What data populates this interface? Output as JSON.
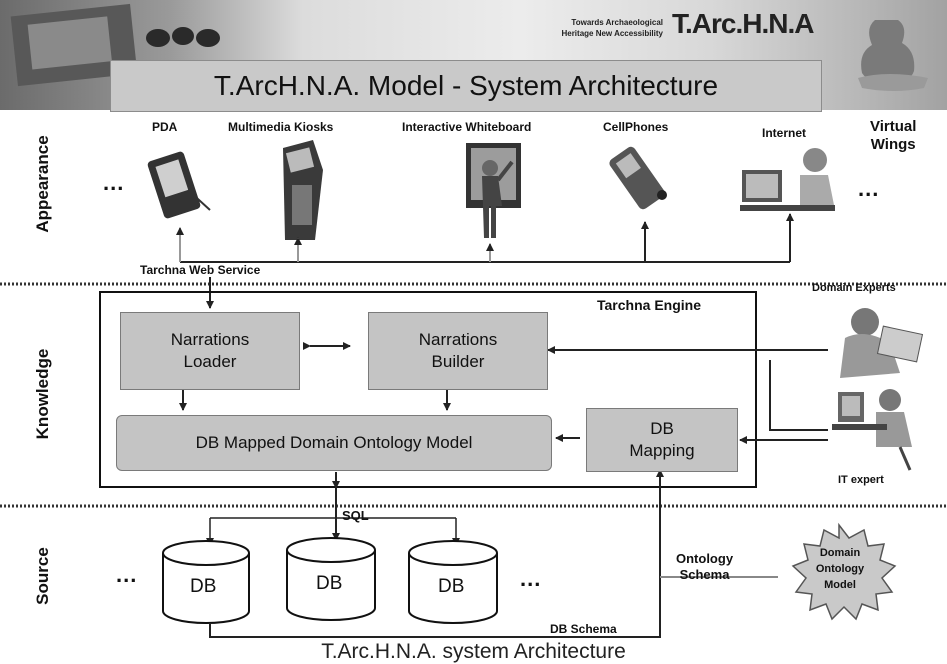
{
  "banner": {
    "title": "T.ArcH.N.A. Model - System Architecture",
    "tagline_line1": "Towards Archaeological",
    "tagline_line2": "Heritage New Accessibility",
    "logo": "T.Arc.H.N.A"
  },
  "layers": {
    "appearance": "Appearance",
    "knowledge": "Knowledge",
    "source": "Source"
  },
  "devices": {
    "pda": "PDA",
    "kiosks": "Multimedia Kiosks",
    "whiteboard": "Interactive Whiteboard",
    "cellphones": "CellPhones",
    "internet": "Internet",
    "virtual_wings_1": "Virtual",
    "virtual_wings_2": "Wings",
    "ellipsis": "..."
  },
  "web_service": "Tarchna Web Service",
  "engine": {
    "title": "Tarchna Engine",
    "narrations_loader_1": "Narrations",
    "narrations_loader_2": "Loader",
    "narrations_builder_1": "Narrations",
    "narrations_builder_2": "Builder",
    "db_mapped_model": "DB Mapped Domain Ontology Model",
    "db_mapping_1": "DB",
    "db_mapping_2": "Mapping"
  },
  "actors": {
    "domain_experts": "Domain Experts",
    "it_expert": "IT expert"
  },
  "source": {
    "sql": "SQL",
    "db_1": "DB",
    "db_2": "DB",
    "db_3": "DB",
    "ontology_schema_1": "Ontology",
    "ontology_schema_2": "Schema",
    "domain_ontology_1": "Domain",
    "domain_ontology_2": "Ontology",
    "domain_ontology_3": "Model",
    "db_schema": "DB Schema"
  },
  "caption": "T.Arc.H.N.A. system Architecture",
  "colors": {
    "box_fill": "#c4c4c4",
    "title_fill": "#c9c9c9",
    "line": "#222222"
  }
}
